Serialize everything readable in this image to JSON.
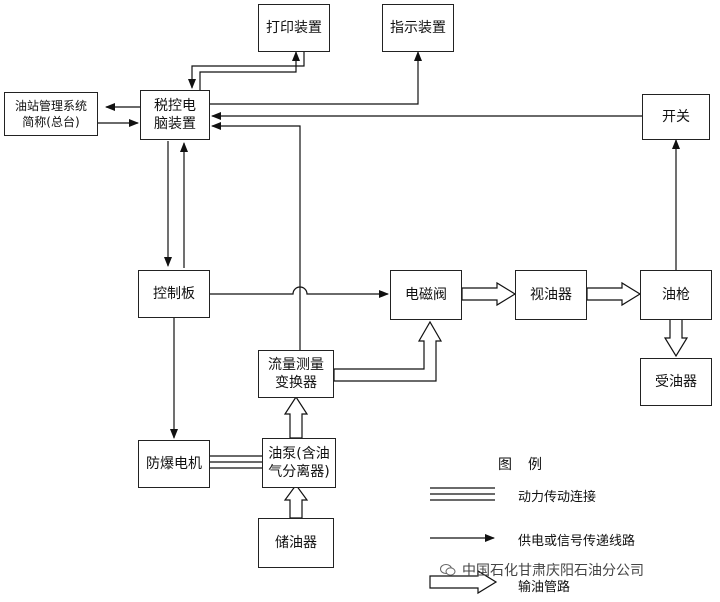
{
  "boxes": {
    "print": "打印装置",
    "indicator": "指示装置",
    "station_system": "油站管理系统\n简称(总台)",
    "tax_computer": "税控电\n脑装置",
    "switch": "开关",
    "control_board": "控制板",
    "solenoid": "电磁阀",
    "sight_glass": "视油器",
    "nozzle": "油枪",
    "receiver": "受油器",
    "flow_meter": "流量测量\n变换器",
    "motor": "防爆电机",
    "pump": "油泵(含油\n气分离器)",
    "storage": "储油器"
  },
  "legend": {
    "title": "图　例",
    "items": [
      {
        "label": "动力传动连接"
      },
      {
        "label": "供电或信号传递线路"
      },
      {
        "label": "输油管路"
      }
    ]
  },
  "watermark": "中国石化甘肃庆阳石油分公司"
}
